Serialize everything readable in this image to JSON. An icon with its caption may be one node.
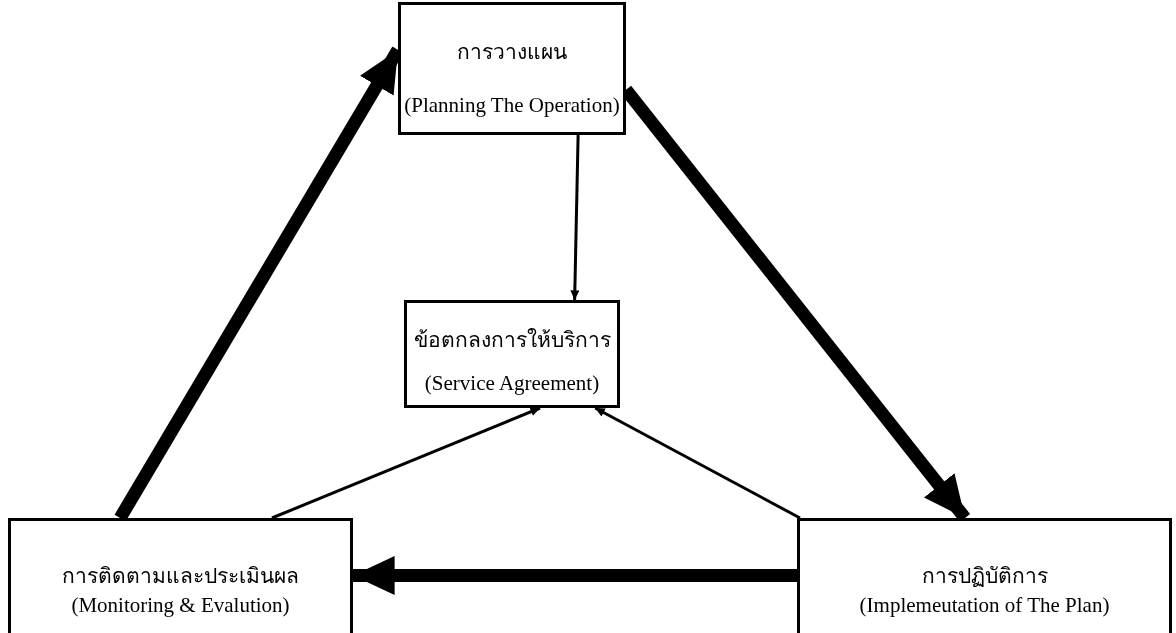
{
  "diagram": {
    "nodes": [
      {
        "text": [
          "การวางแผน",
          "(Planning The Operation)"
        ]
      },
      {
        "text": [
          "ข้อตกลงการให้บริการ",
          "(Service Agreement)"
        ]
      },
      {
        "text": [
          "การติดตามและประเมินผล",
          "(Monitoring & Evalution)"
        ]
      },
      {
        "text": [
          "การปฏิบัติการ",
          "(Implemeutation of The Plan)"
        ]
      }
    ],
    "edges": [
      {
        "from": 0,
        "to": 1,
        "arrow": "to"
      },
      {
        "from": 2,
        "to": 1,
        "arrow": "to"
      },
      {
        "from": 3,
        "to": 1,
        "arrow": "to"
      },
      {
        "from": 2,
        "to": 0,
        "arrow": "to",
        "style": "thick"
      },
      {
        "from": 0,
        "to": 3,
        "arrow": "to",
        "style": "thick"
      },
      {
        "from": 3,
        "to": 2,
        "arrow": "to",
        "style": "thick"
      }
    ]
  }
}
